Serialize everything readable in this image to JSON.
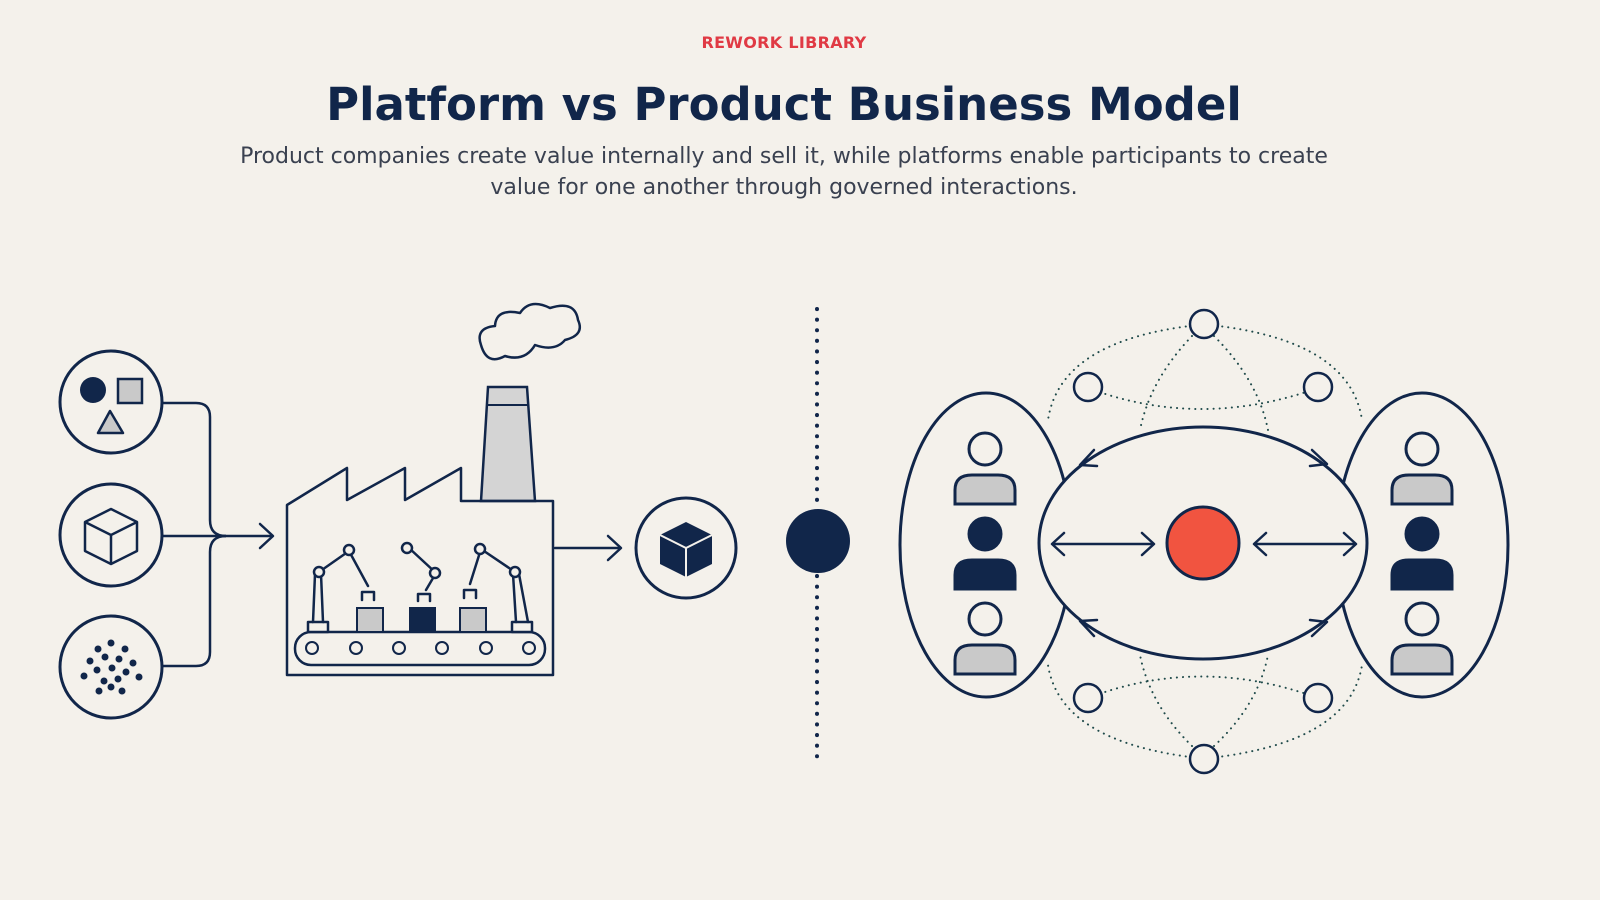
{
  "header": {
    "kicker": "REWORK LIBRARY",
    "title": "Platform vs Product Business Model",
    "subtitle": "Product companies create value internally and sell it, while platforms enable participants to create value for one another through governed interactions."
  },
  "colors": {
    "background": "#f4f1eb",
    "ink": "#11264a",
    "accent": "#e03a44",
    "core": "#f15440",
    "muted": "#c9c9c9"
  },
  "product_side": {
    "inputs": [
      "shapes-icon",
      "cube-outline-icon",
      "particles-icon"
    ],
    "factory": "factory-icon",
    "output": "product-cube-icon"
  },
  "platform_side": {
    "core": "platform-core-node",
    "left_group": [
      "user-icon",
      "user-icon-filled",
      "user-icon"
    ],
    "right_group": [
      "user-icon",
      "user-icon-filled",
      "user-icon"
    ]
  }
}
